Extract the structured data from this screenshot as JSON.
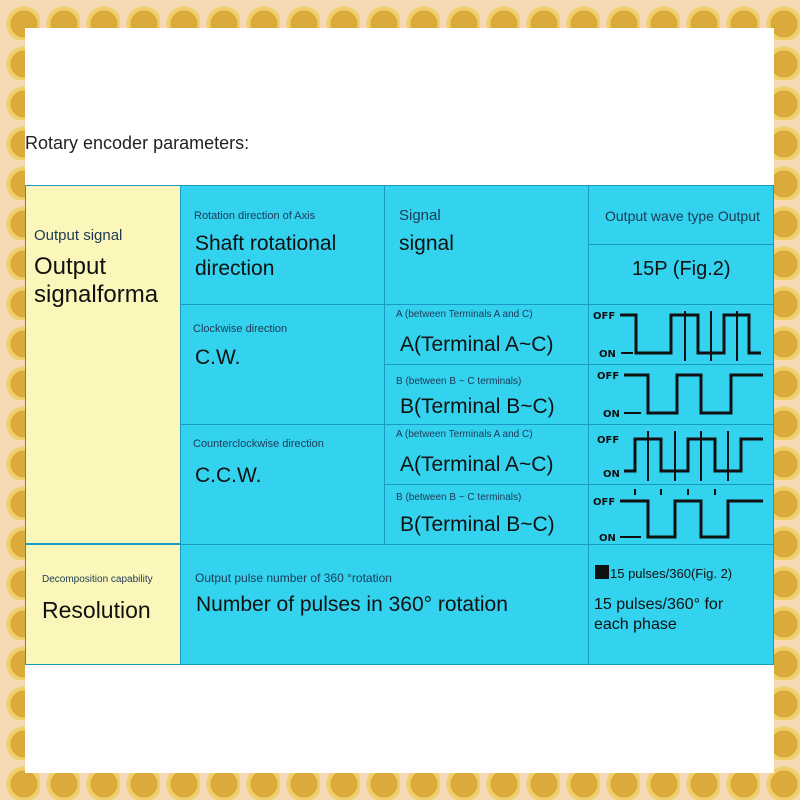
{
  "heading": "Rotary encoder parameters:",
  "output_signal": {
    "label_small": "Output signal",
    "label_big": [
      "Output",
      "signalforma"
    ]
  },
  "axis": {
    "label_small": "Rotation direction of Axis",
    "label_big": [
      "Shaft rotational",
      "direction"
    ]
  },
  "signal_header": {
    "label_small": "Signal",
    "label_big": "signal"
  },
  "wave_header": {
    "label_small": "Output wave type Output",
    "label_big": "15P (Fig.2)"
  },
  "cw": {
    "label_small": "Clockwise direction",
    "label_big": "C.W.",
    "a_small": "A (between Terminals A and C)",
    "a_big": "A(Terminal A~C)",
    "b_small": "B (between B ~ C terminals)",
    "b_big": "B(Terminal B~C)"
  },
  "ccw": {
    "label_small": "Counterclockwise direction",
    "label_big": "C.C.W.",
    "a_small": "A (between Terminals A and C)",
    "a_big": "A(Terminal A~C)",
    "b_small": "B (between B ~ C terminals)",
    "b_big": "B(Terminal B~C)"
  },
  "wave_labels": {
    "off": "OFF",
    "on": "ON"
  },
  "resolution": {
    "label_small": "Decomposition capability",
    "label_big": "Resolution",
    "desc_small": "Output pulse number of 360 °rotation",
    "desc_big": "Number of pulses in 360° rotation",
    "value_line1": "15 pulses/360(Fig. 2)",
    "value_line2": "15 pulses/360° for",
    "value_line3": "each phase"
  },
  "colors": {
    "cell_blue": "#33d2ee",
    "cell_yellow": "#fbf6b9",
    "border": "#1b99c2",
    "background_tan": "#f4d9b4",
    "coin_gold": "#d9a93a"
  }
}
